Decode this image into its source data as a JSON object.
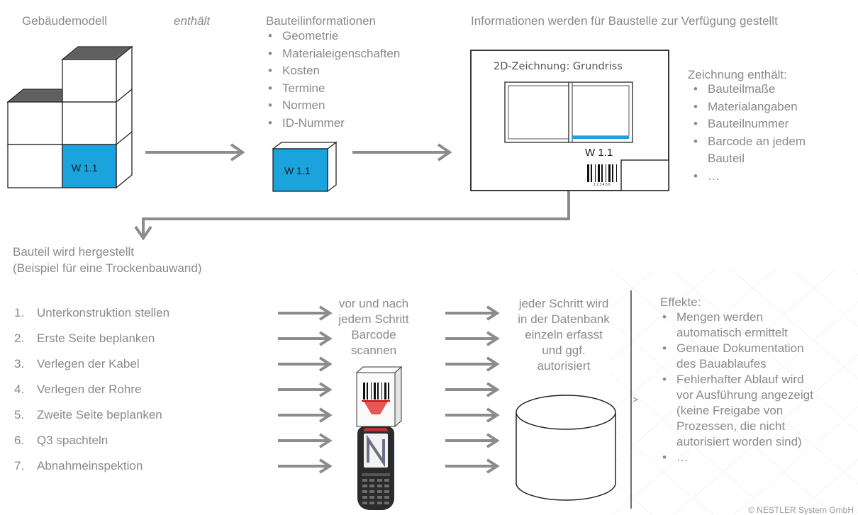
{
  "top": {
    "model_label": "Gebäudemodell",
    "contains_label": "enthält",
    "component_info_title": "Bauteilinformationen",
    "component_info_items": [
      "Geometrie",
      "Materialeigenschaften",
      "Kosten",
      "Termine",
      "Normen",
      "ID-Nummer"
    ],
    "site_label": "Informationen werden für Baustelle zur Verfügung gestellt",
    "wall_id": "W 1.1",
    "drawing": {
      "title": "2D-Zeichnung: Grundriss",
      "wall_id": "W 1.1",
      "barcode_number": "1 2 3 4 5 6"
    },
    "drawing_contains_title": "Zeichnung enthält:",
    "drawing_contains_items": [
      "Bauteilmaße",
      "Materialangaben",
      "Bauteilnummer",
      "Barcode an jedem",
      "…"
    ],
    "drawing_contains_continuation": "Bauteil"
  },
  "bottom": {
    "production_title": "Bauteil wird hergestellt",
    "production_subtitle": "(Beispiel für eine Trockenbauwand)",
    "steps": [
      {
        "n": "1.",
        "label": "Unterkonstruktion stellen"
      },
      {
        "n": "2.",
        "label": "Erste Seite beplanken"
      },
      {
        "n": "3.",
        "label": "Verlegen der Kabel"
      },
      {
        "n": "4.",
        "label": "Verlegen der Rohre"
      },
      {
        "n": "5.",
        "label": "Zweite Seite beplanken"
      },
      {
        "n": "6.",
        "label": "Q3 spachteln"
      },
      {
        "n": "7.",
        "label": "Abnahmeinspektion"
      }
    ],
    "scan_lines": [
      "vor und nach",
      "jedem Schritt",
      "Barcode",
      "scannen"
    ],
    "db_lines": [
      "jeder Schritt wird",
      "in der Datenbank",
      "einzeln erfasst",
      "und ggf.",
      "autorisiert"
    ],
    "effects_title": "Effekte:",
    "effects": [
      [
        "Mengen werden",
        "automatisch ermittelt"
      ],
      [
        "Genaue Dokumentation",
        "des Bauablaufes"
      ],
      [
        "Fehlerhafter Ablauf wird",
        "vor Ausführung angezeigt",
        "(keine Freigabe von",
        "Prozessen, die nicht",
        "autorisiert worden sind)"
      ],
      [
        "…"
      ]
    ]
  },
  "footer": {
    "copyright": "© NESTLER System GmbH"
  },
  "colors": {
    "text": "#8a8a8a",
    "arrow": "#8c8c8c",
    "wall_blue": "#1aa3dc",
    "cube_top": "#6b6b6b",
    "outline": "#222222",
    "scanner_red": "#e0201f"
  },
  "icons": [
    "cube-stack-icon",
    "barcode-icon",
    "barcode-scanner-icon",
    "handheld-device-icon",
    "database-cylinder-icon"
  ]
}
